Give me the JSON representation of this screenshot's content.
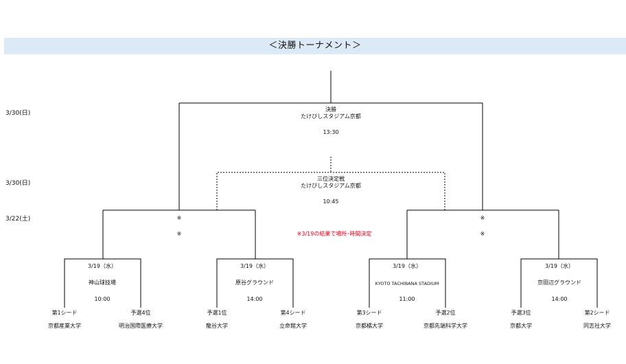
{
  "title": "＜決勝トーナメント＞",
  "dates": {
    "final": "3/30(日)",
    "third_place": "3/30(日)",
    "semifinal": "3/22(土)"
  },
  "final": {
    "label": "決勝",
    "venue": "たけびしスタジアム京都",
    "time": "13:30"
  },
  "third_place": {
    "label": "三位決定戦",
    "venue": "たけびしスタジアム京都",
    "time": "10:45"
  },
  "semifinal_marks": {
    "left_top": "※",
    "left_bottom": "※",
    "right_top": "※",
    "right_bottom": "※"
  },
  "note": "※3/19の結果で場所･時間決定",
  "quarterfinals": [
    {
      "date": "3/19（水）",
      "venue": "神山球技場",
      "time": "10:00",
      "teams": [
        {
          "seed": "第1シード",
          "name": "京都産業大学"
        },
        {
          "seed": "予選4位",
          "name": "明治国際医療大学"
        }
      ]
    },
    {
      "date": "3/19（水）",
      "venue": "原谷グラウンド",
      "time": "14:00",
      "teams": [
        {
          "seed": "予選1位",
          "name": "龍谷大学"
        },
        {
          "seed": "第4シード",
          "name": "立命館大学"
        }
      ]
    },
    {
      "date": "3/19（水）",
      "venue": "KYOTO TACHIBANA STADIUM",
      "time": "11:00",
      "teams": [
        {
          "seed": "第3シード",
          "name": "京都橘大学"
        },
        {
          "seed": "予選2位",
          "name": "京都先端科学大学"
        }
      ]
    },
    {
      "date": "3/19（水）",
      "venue": "京田辺グラウンド",
      "time": "14:00",
      "teams": [
        {
          "seed": "予選3位",
          "name": "京都大学"
        },
        {
          "seed": "第2シード",
          "name": "同志社大学"
        }
      ]
    }
  ]
}
